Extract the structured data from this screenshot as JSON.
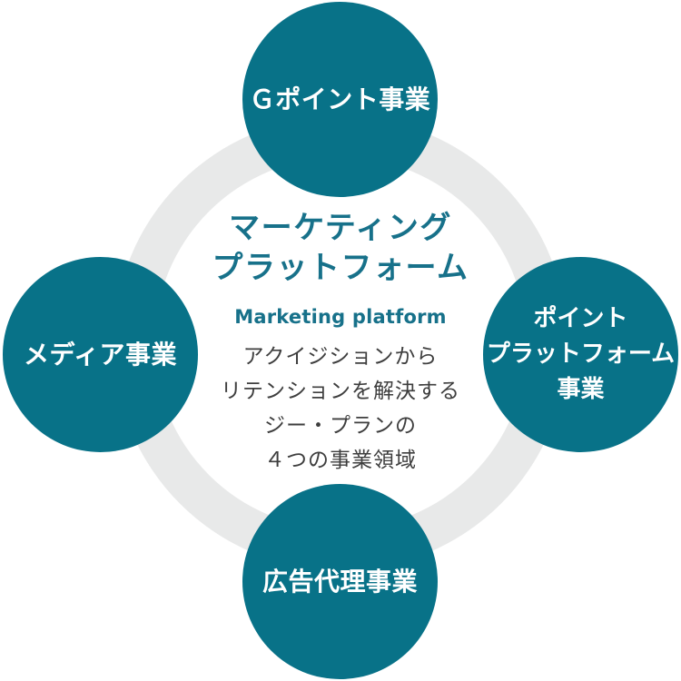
{
  "colors": {
    "teal_circle": "#087288",
    "title_teal": "#17718a",
    "ring_gray": "#e8e9e9",
    "description_gray": "#3e3e3e"
  },
  "center": {
    "title": "マーケティング\nプラットフォーム",
    "subtitle_en": "Marketing platform",
    "description": "アクイジションから\nリテンションを解決する\nジー・プランの\n４つの事業領域"
  },
  "circles": {
    "top": {
      "label": "Ｇポイント事業"
    },
    "right": {
      "label": "ポイント\nプラットフォーム\n事業"
    },
    "bottom": {
      "label": "広告代理事業"
    },
    "left": {
      "label": "メディア事業"
    }
  }
}
